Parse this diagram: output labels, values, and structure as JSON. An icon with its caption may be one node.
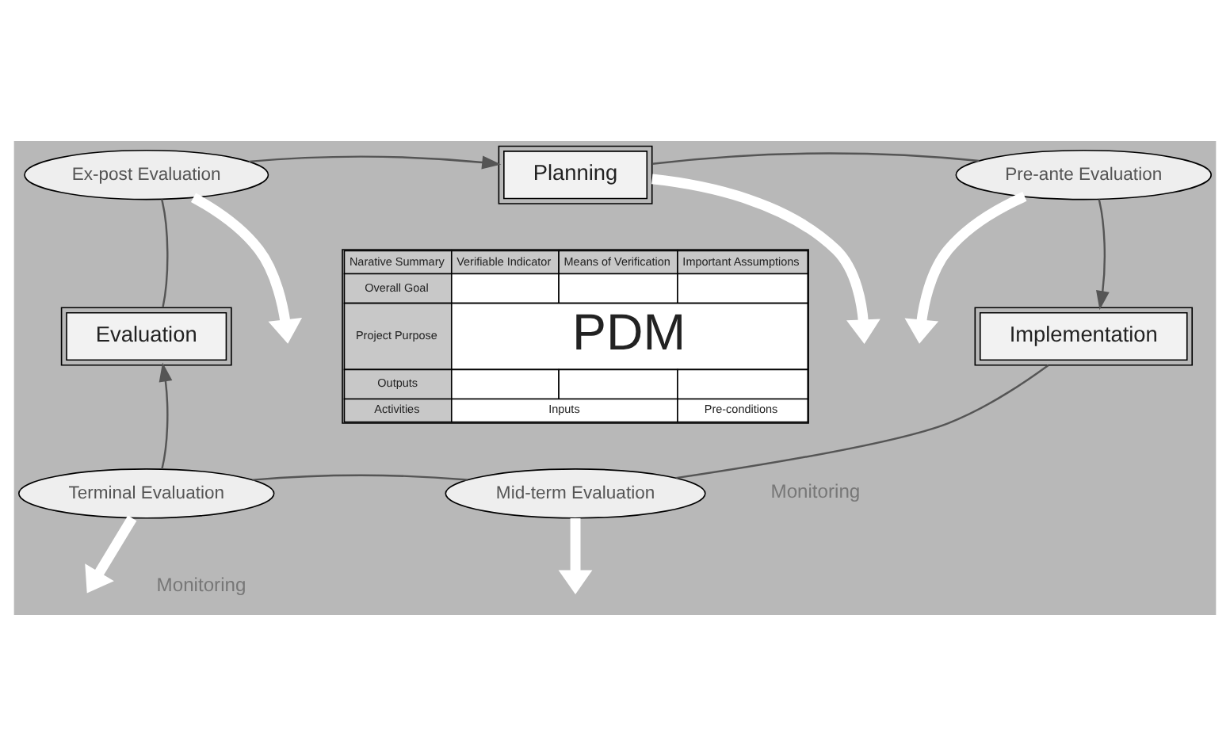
{
  "diagram": {
    "nodes": [
      {
        "text": [
          "Planning"
        ]
      },
      {
        "text": [
          "Ex-post Evaluation"
        ]
      },
      {
        "text": [
          "Pre-ante Evaluation"
        ]
      },
      {
        "text": [
          "Narative Summary",
          "Verifiable Indicator",
          "Means of Verification",
          "Important Assumptions",
          "Overall Goal",
          "Project Purpose",
          "PDM",
          "Outputs",
          "Activities",
          "Inputs",
          "Pre-conditions"
        ]
      },
      {
        "text": [
          "Evaluation"
        ]
      },
      {
        "text": [
          "Implementation"
        ]
      },
      {
        "text": [
          "Terminal Evaluation"
        ]
      },
      {
        "text": [
          "Mid-term Evaluation"
        ]
      }
    ],
    "edges": [
      {
        "from": 4,
        "to": 1,
        "arrow": "none"
      },
      {
        "from": 1,
        "to": 0,
        "arrow": "to"
      },
      {
        "from": 0,
        "to": 2,
        "arrow": "none"
      },
      {
        "from": 2,
        "to": 5,
        "arrow": "to"
      },
      {
        "from": 5,
        "to": 7,
        "arrow": "none"
      },
      {
        "from": 7,
        "to": 6,
        "arrow": "none"
      },
      {
        "from": 6,
        "to": 4,
        "arrow": "to"
      },
      {
        "from": 1,
        "to": null,
        "arrow": "to",
        "style": "thick",
        "color": "#ffffff"
      },
      {
        "from": 0,
        "to": null,
        "arrow": "to",
        "style": "thick",
        "color": "#ffffff"
      },
      {
        "from": 2,
        "to": null,
        "arrow": "to",
        "style": "thick",
        "color": "#ffffff"
      },
      {
        "from": 7,
        "to": null,
        "arrow": "to",
        "style": "thick",
        "color": "#ffffff"
      },
      {
        "from": 6,
        "to": null,
        "arrow": "to",
        "style": "thick",
        "color": "#ffffff"
      }
    ],
    "labels": [
      "Monitoring",
      "Monitoring"
    ]
  }
}
